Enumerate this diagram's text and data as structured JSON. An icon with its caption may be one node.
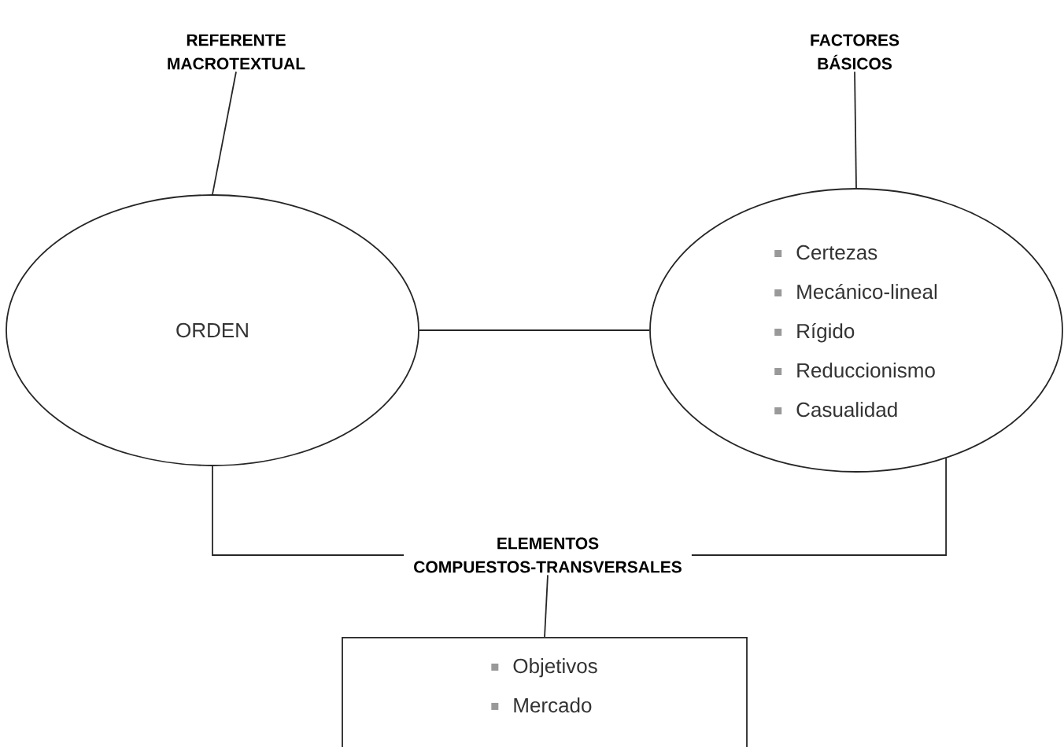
{
  "diagram": {
    "nodes": [
      {
        "text": [
          "REFERENTE MACROTEXTUAL"
        ]
      },
      {
        "text": [
          "ORDEN"
        ]
      },
      {
        "text": [
          "FACTORES BÁSICOS"
        ]
      },
      {
        "text": [
          "Certezas",
          "Mecánico-lineal",
          "Rígido",
          "Reduccionismo",
          "Casualidad"
        ]
      },
      {
        "text": [
          "ELEMENTOS COMPUESTOS-TRANSVERSALES"
        ]
      },
      {
        "text": [
          "Objetivos",
          "Mercado"
        ]
      }
    ],
    "edges": [
      {
        "from": 0,
        "to": 1,
        "arrow": "none"
      },
      {
        "from": 2,
        "to": 3,
        "arrow": "none"
      },
      {
        "from": 1,
        "to": 3,
        "arrow": "none"
      },
      {
        "from": 1,
        "to": 4,
        "arrow": "none"
      },
      {
        "from": 3,
        "to": 4,
        "arrow": "none"
      },
      {
        "from": 4,
        "to": 5,
        "arrow": "none"
      }
    ]
  }
}
